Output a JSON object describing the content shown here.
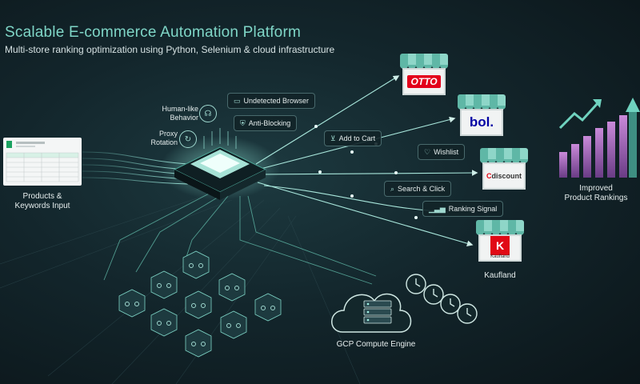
{
  "header": {
    "title": "Scalable E-commerce Automation Platform",
    "subtitle": "Multi-store ranking optimization using Python, Selenium & cloud infrastructure"
  },
  "input": {
    "label_line1": "Products &",
    "label_line2": "Keywords Input"
  },
  "features": {
    "human_like_line1": "Human-like",
    "human_like_line2": "Behavior",
    "proxy_line1": "Proxy",
    "proxy_line2": "Rotation",
    "undetected": "Undetected Browser",
    "anti_blocking": "Anti-Blocking"
  },
  "actions": {
    "add_to_cart": "Add to Cart",
    "wishlist": "Wishlist",
    "search_click": "Search & Click",
    "ranking_signal": "Ranking Signal"
  },
  "stores": {
    "otto": "OTTO",
    "bol": "bol.",
    "cdiscount_c": "C",
    "cdiscount_rest": "discount",
    "kaufland_logo": "K",
    "kaufland_small": "Kaufland",
    "kaufland_label": "Kaufland"
  },
  "results": {
    "line1": "Improved",
    "line2": "Product Rankings"
  },
  "compute": {
    "label": "GCP Compute Engine"
  },
  "colors": {
    "accent": "#7fd6c7",
    "pill_border": "#8cbebe",
    "bar": "#b56fc9",
    "arrow": "#5fb7a6"
  }
}
